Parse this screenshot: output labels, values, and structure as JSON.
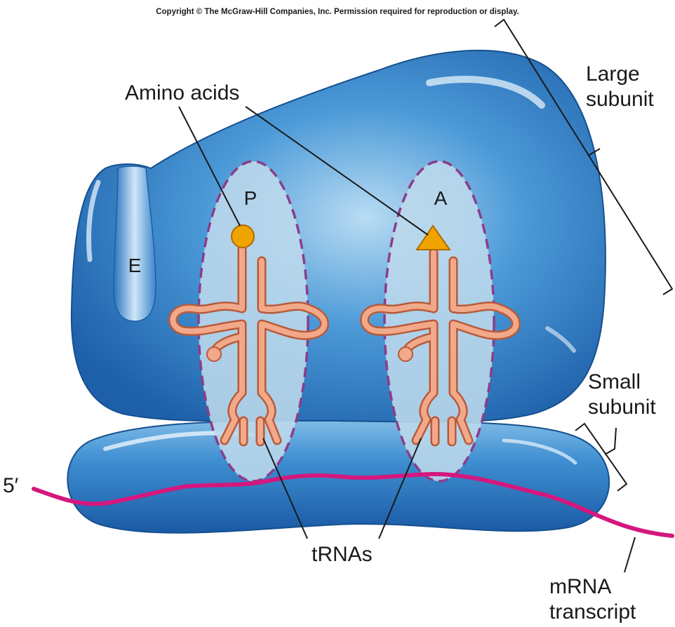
{
  "copyright": "Copyright © The McGraw-Hill Companies, Inc. Permission required for reproduction or display.",
  "labels": {
    "large_subunit_line1": "Large",
    "large_subunit_line2": "subunit",
    "small_subunit_line1": "Small",
    "small_subunit_line2": "subunit",
    "amino_acids": "Amino acids",
    "trnas": "tRNAs",
    "mrna_line1": "mRNA",
    "mrna_line2": "transcript",
    "five_prime": "5′",
    "site_e": "E",
    "site_p": "P",
    "site_a": "A"
  },
  "colors": {
    "ribosome_blue": "#2f7fc8",
    "ribosome_dark": "#1b5ea8",
    "site_fill": "#bdd9ec",
    "site_outline": "#8a3d8c",
    "trna_fill": "#f2a98a",
    "trna_outline": "#b85a3a",
    "amino_acid": "#f0a400",
    "mrna": "#d4177f",
    "label_text": "#1a1a1a"
  }
}
